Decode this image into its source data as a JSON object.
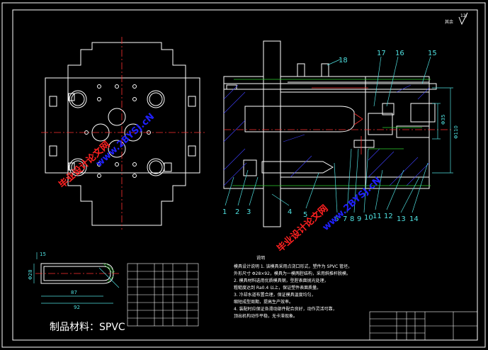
{
  "drawing": {
    "surface_roughness": "12/",
    "roughness_note": "其余",
    "part_numbers": [
      "1",
      "2",
      "3",
      "4",
      "5",
      "6",
      "7",
      "8",
      "9",
      "10",
      "11",
      "12",
      "13",
      "14",
      "15",
      "16",
      "17",
      "18"
    ],
    "dimensions": {
      "phi35": "Φ35",
      "phi110": "Φ110",
      "phi28": "Φ28",
      "len87": "87",
      "len92": "92",
      "height15": "15"
    },
    "material_label": "制品材料：SPVC",
    "tech_title": "说明",
    "tech_lines": [
      "模具设计说明 1. 该模具采用点浇口形式，塑件为 SPVC 管坯，",
      "外形尺寸 Φ28×92，模具为一模两腔结构，采用斜推杆脱模。",
      "2. 模具材料选用优质模具钢，型腔表面抛光处理，",
      "粗糙度达到 Ra0.4 以上，保证塑件表面质量。",
      "3. 冷却水道布置合理，保证模具温度均匀，",
      "缩短成型周期，提高生产效率。",
      "4. 装配时应保证各滑动部件配合良好，动作灵活可靠，",
      "顶出机构动作平稳，无卡滞现象。"
    ],
    "watermarks": [
      "毕业设计论文网",
      "www.2BYSJ.cN"
    ]
  }
}
